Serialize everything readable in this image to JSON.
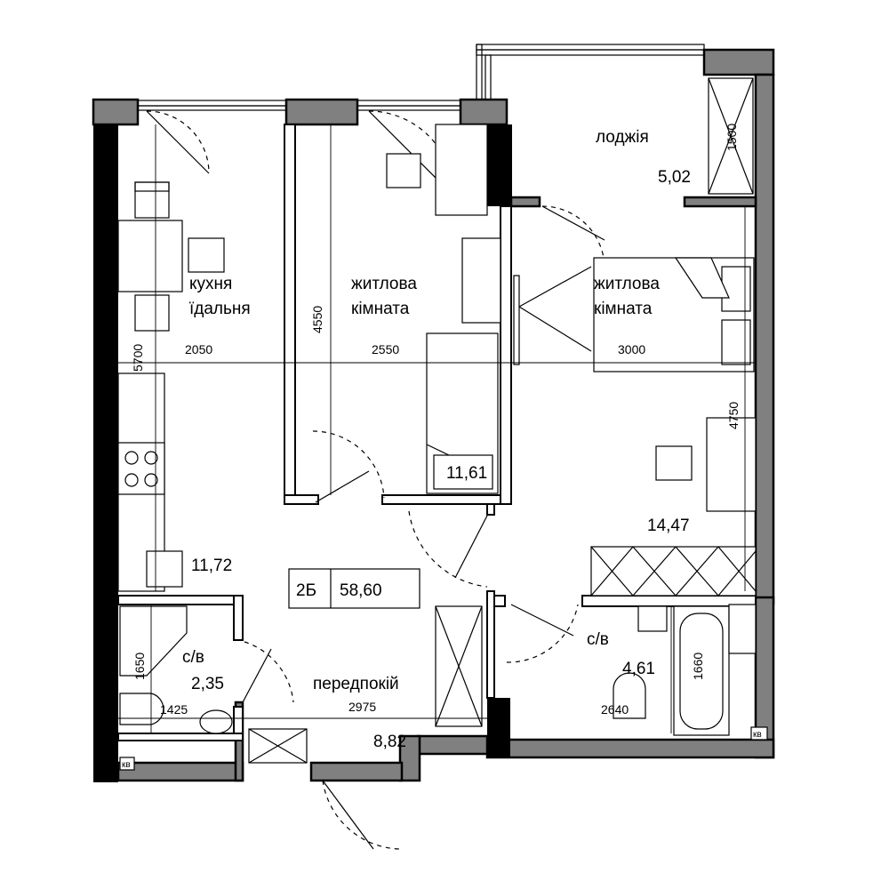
{
  "plan": {
    "apartment_type": "2Б",
    "total_area": "58,60",
    "rooms": {
      "kitchen": {
        "name_line1": "кухня",
        "name_line2": "їдальня",
        "area": "11,72"
      },
      "bedroom_left": {
        "name_line1": "житлова",
        "name_line2": "кімната",
        "area": "11,61"
      },
      "bedroom_right": {
        "name_line1": "житлова",
        "name_line2": "кімната",
        "area": "14,47"
      },
      "loggia": {
        "name": "лоджія",
        "area": "5,02"
      },
      "bathroom_left": {
        "name": "с/в",
        "area": "2,35"
      },
      "bathroom_right": {
        "name": "с/в",
        "area": "4,61"
      },
      "hallway": {
        "name": "передпокій",
        "area": "8,82"
      }
    },
    "dimensions": {
      "kitchen_width": "2050",
      "bedroom_left_width": "2550",
      "bedroom_right_width": "3000",
      "kitchen_depth": "5700",
      "bedroom_left_depth": "4550",
      "bedroom_right_depth": "4750",
      "loggia_depth": "1500",
      "bathroom_left_depth": "1650",
      "bathroom_left_width": "1425",
      "hallway_width": "2975",
      "bathroom_right_width": "2640",
      "bathroom_right_depth": "1660"
    },
    "shaft_label": "кв"
  }
}
